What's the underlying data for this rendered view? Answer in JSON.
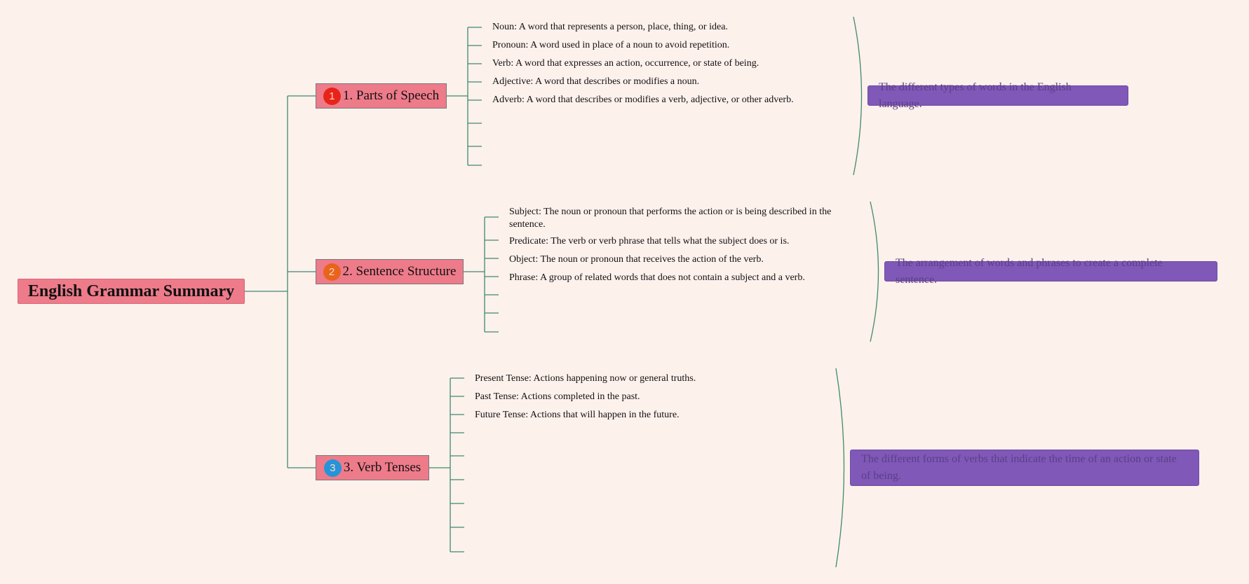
{
  "root": {
    "title": "English Grammar Summary"
  },
  "topics": [
    {
      "badge": "1",
      "badge_color": "#e8231a",
      "label": "1. Parts of Speech",
      "items": [
        "Noun: A word that represents a person, place, thing, or idea.",
        "Pronoun: A word used in place of a noun to avoid repetition.",
        "Verb: A word that expresses an action, occurrence, or state of being.",
        "Adjective: A word that describes or modifies a noun.",
        "Adverb: A word that describes or modifies a verb, adjective, or other adverb."
      ],
      "summary": "The different types of words in the English language."
    },
    {
      "badge": "2",
      "badge_color": "#e8641a",
      "label": "2. Sentence Structure",
      "items": [
        "Subject: The noun or pronoun that performs the action or is being described in the sentence.",
        "Predicate: The verb or verb phrase that tells what the subject does or is.",
        "Object: The noun or pronoun that receives the action of the verb.",
        "Phrase: A group of related words that does not contain a subject and a verb."
      ],
      "summary": "The arrangement of words and phrases to create a complete sentence."
    },
    {
      "badge": "3",
      "badge_color": "#2594d8",
      "label": "3. Verb Tenses",
      "items": [
        "Present Tense: Actions happening now or general truths.",
        "Past Tense: Actions completed in the past.",
        "Future Tense: Actions that will happen in the future."
      ],
      "summary": "The different forms of verbs that indicate the time of an action or state of being."
    }
  ],
  "colors": {
    "background": "#fdf1ec",
    "topic": "#ee7b8a",
    "summary": "#8058b8",
    "connector": "#3f8a6e"
  }
}
